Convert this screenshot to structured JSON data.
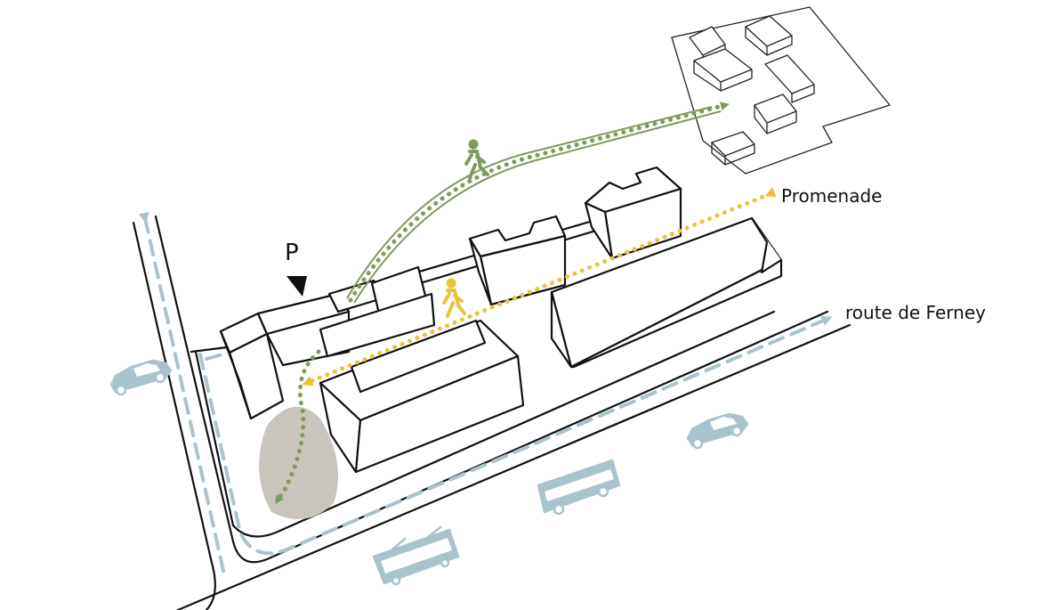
{
  "labels": {
    "parking": "P",
    "promenade": "Promenade",
    "road": "route de Ferney"
  },
  "icons": {
    "pedestrians": [
      "walking-person-icon",
      "walking-person-icon"
    ],
    "vehicles": [
      "car-icon",
      "car-icon",
      "bus-icon",
      "tram-icon"
    ],
    "markers": [
      "parking-marker-icon",
      "arrow-head-icon"
    ]
  },
  "colors": {
    "green_path": "#7f9a5d",
    "yellow_path": "#e8c43a",
    "blue_transport": "#a9c3cd",
    "garden": "#c9c4bc",
    "outline": "#111111"
  }
}
